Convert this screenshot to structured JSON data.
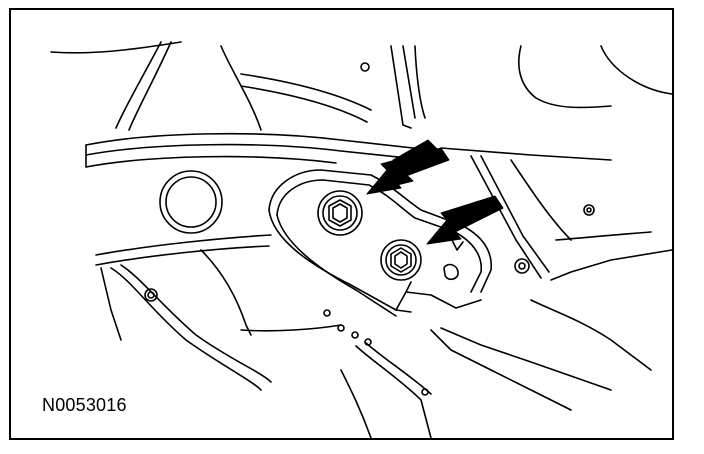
{
  "figure": {
    "id_label": "N0053016"
  },
  "colors": {
    "ink": "#000000",
    "paper": "#ffffff"
  },
  "callouts": {
    "count": 2,
    "target": "bolt-heads",
    "icon": "arrow-icon"
  }
}
